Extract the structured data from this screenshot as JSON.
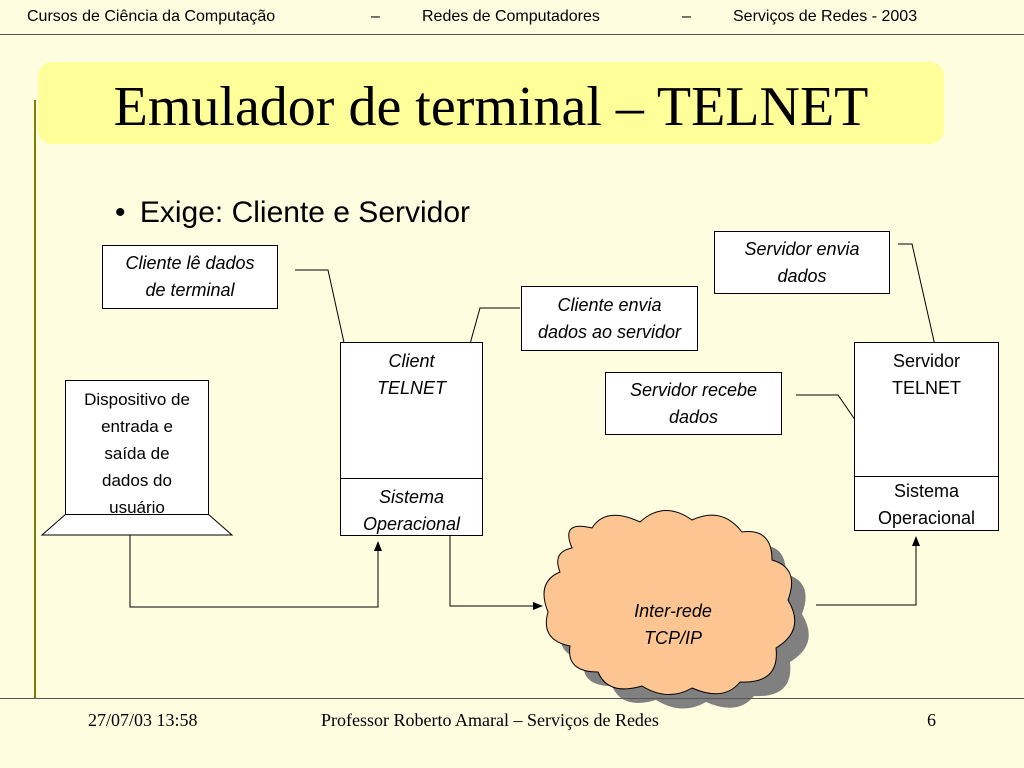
{
  "header": {
    "course": "Cursos de Ciência da Computação",
    "sep1": "–",
    "subject": "Redes de Computadores",
    "sep2": "–",
    "topic": "Serviços de Redes -  2003"
  },
  "slide": {
    "title": "Emulador de terminal – TELNET",
    "bullet": "Exige: Cliente e Servidor"
  },
  "diagram": {
    "callout_client_reads": [
      "Cliente lê dados",
      "de terminal"
    ],
    "callout_client_sends": [
      "Cliente envia",
      "dados ao servidor"
    ],
    "callout_server_sends": [
      "Servidor envia",
      "dados"
    ],
    "callout_server_receives": [
      "Servidor recebe",
      "dados"
    ],
    "user_device": [
      "Dispositivo de",
      "entrada e",
      "saída de",
      "dados do",
      "usuário"
    ],
    "client_telnet": [
      "Client",
      "TELNET"
    ],
    "client_os": [
      "Sistema",
      "Operacional"
    ],
    "server_telnet": [
      "Servidor",
      "TELNET"
    ],
    "server_os": [
      "Sistema",
      "Operacional"
    ],
    "network": [
      "Inter-rede",
      "TCP/IP"
    ]
  },
  "footer": {
    "date": "27/07/03 13:58",
    "author": "Professor Roberto Amaral – Serviços de Redes",
    "page": "6"
  },
  "colors": {
    "background": "#fffde0",
    "title_band": "#ffff99",
    "cloud_fill": "#fcc592",
    "left_rule": "#808000"
  }
}
